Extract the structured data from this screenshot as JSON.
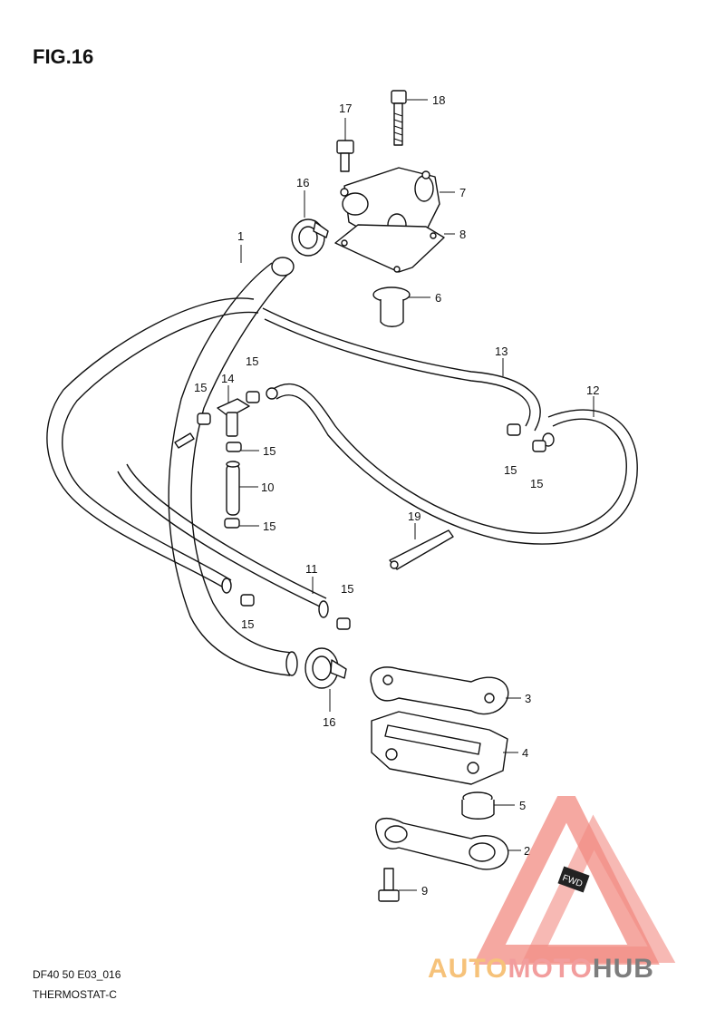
{
  "figure": {
    "title": "FIG.16",
    "ref_code": "DF40 50 E03_016",
    "section": "THERMOSTAT-C"
  },
  "callouts": [
    "1",
    "2",
    "3",
    "4",
    "5",
    "6",
    "7",
    "8",
    "9",
    "10",
    "11",
    "12",
    "13",
    "14",
    "15",
    "16",
    "17",
    "18",
    "19"
  ],
  "watermark": {
    "brand_part1": "AUTO",
    "brand_part2": "MOTO",
    "brand_part3": "HUB",
    "badge": "FWD",
    "colors": {
      "triangle": "#f28b82",
      "auto": "#f6c27a",
      "moto": "#f29d9d",
      "hub": "#7d7d7d"
    }
  }
}
